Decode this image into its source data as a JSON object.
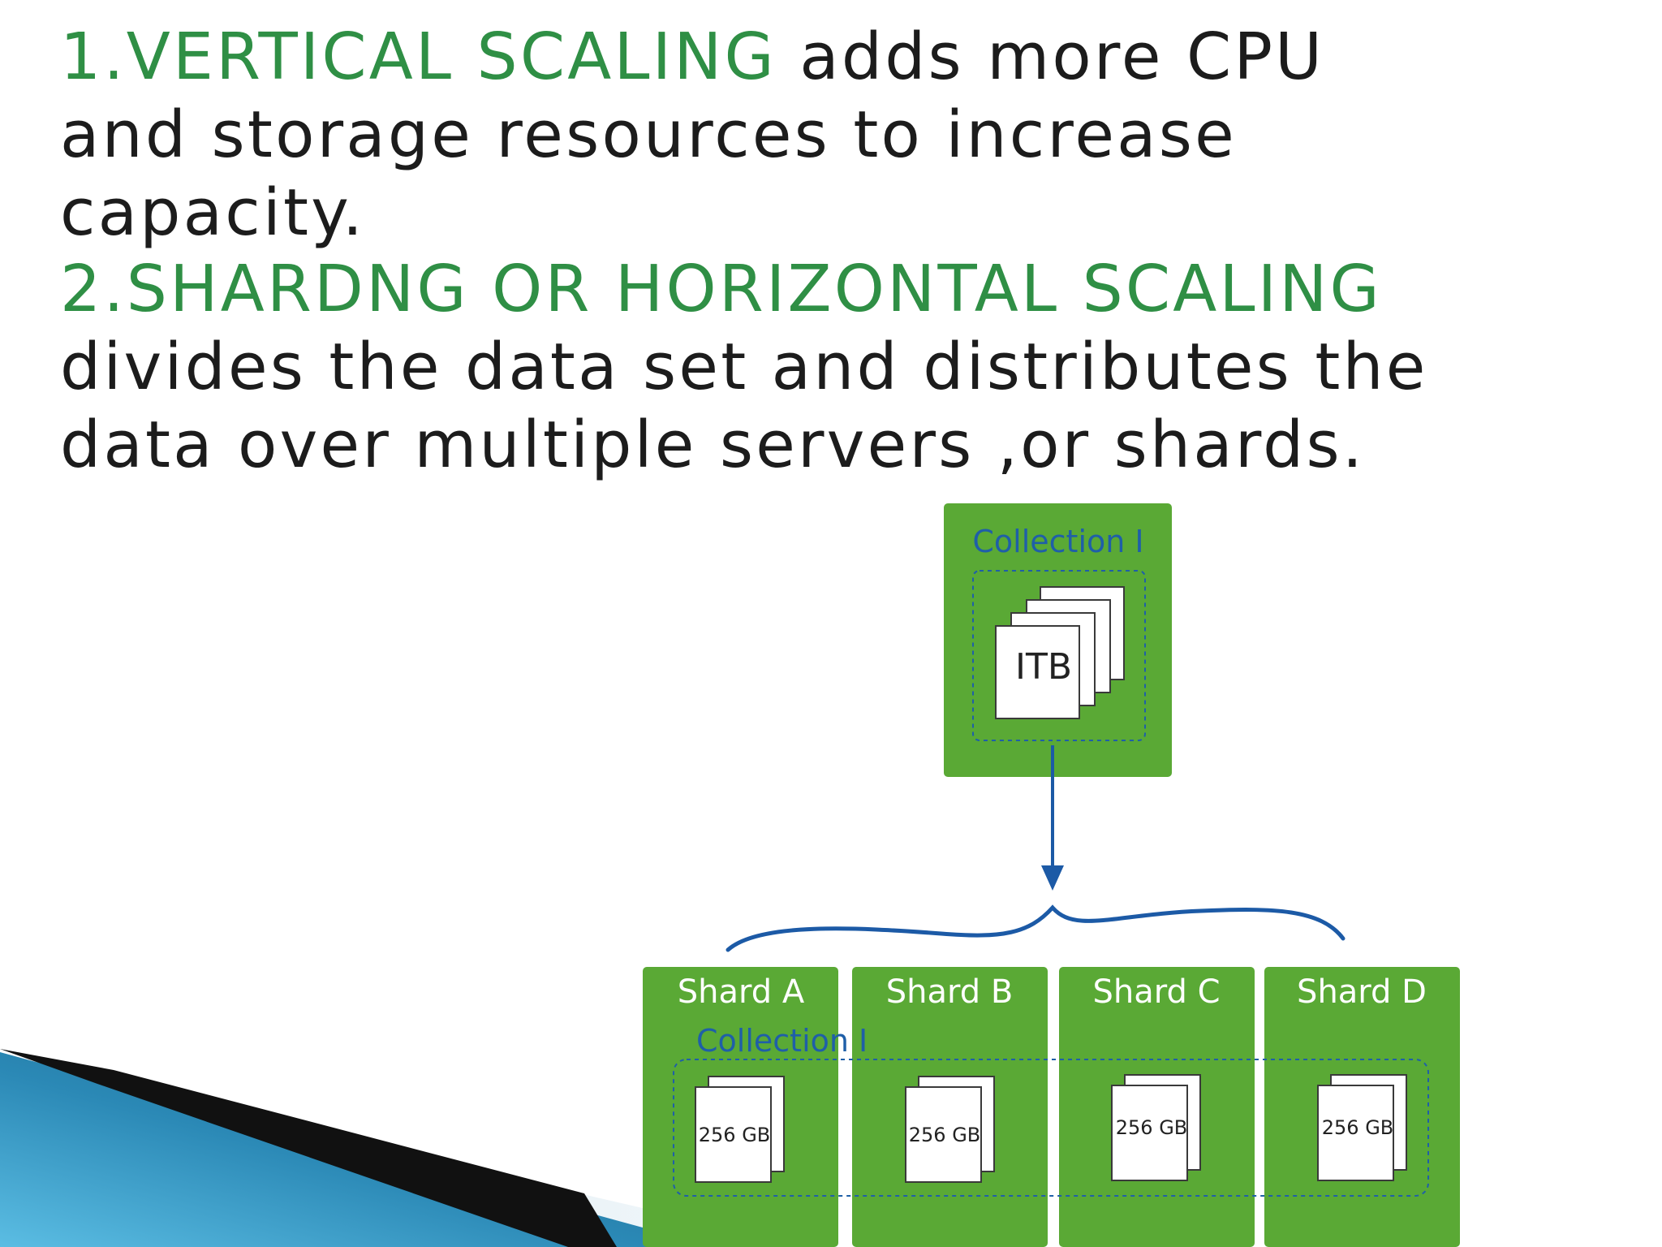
{
  "slide": {
    "point1": {
      "heading": "1.VERTICAL SCALING",
      "body": " adds more CPU and storage resources to increase capacity."
    },
    "point2": {
      "heading": "2.SHARDNG OR HORIZONTAL SCALING",
      "body": " divides the data set and distributes the data over multiple servers ,or shards."
    }
  },
  "diagram": {
    "source": {
      "collection_label": "Collection I",
      "size_label": "ITB"
    },
    "shards": [
      {
        "name": "Shard A",
        "size_label": "256 GB"
      },
      {
        "name": "Shard B",
        "size_label": "256 GB"
      },
      {
        "name": "Shard C",
        "size_label": "256 GB"
      },
      {
        "name": "Shard D",
        "size_label": "256 GB"
      }
    ],
    "shard_collection_label": "Collection I"
  },
  "colors": {
    "heading_green": "#2f8f45",
    "box_green": "#5aa935",
    "label_blue": "#1f5fa8",
    "arrow_blue": "#1c5aa6"
  }
}
